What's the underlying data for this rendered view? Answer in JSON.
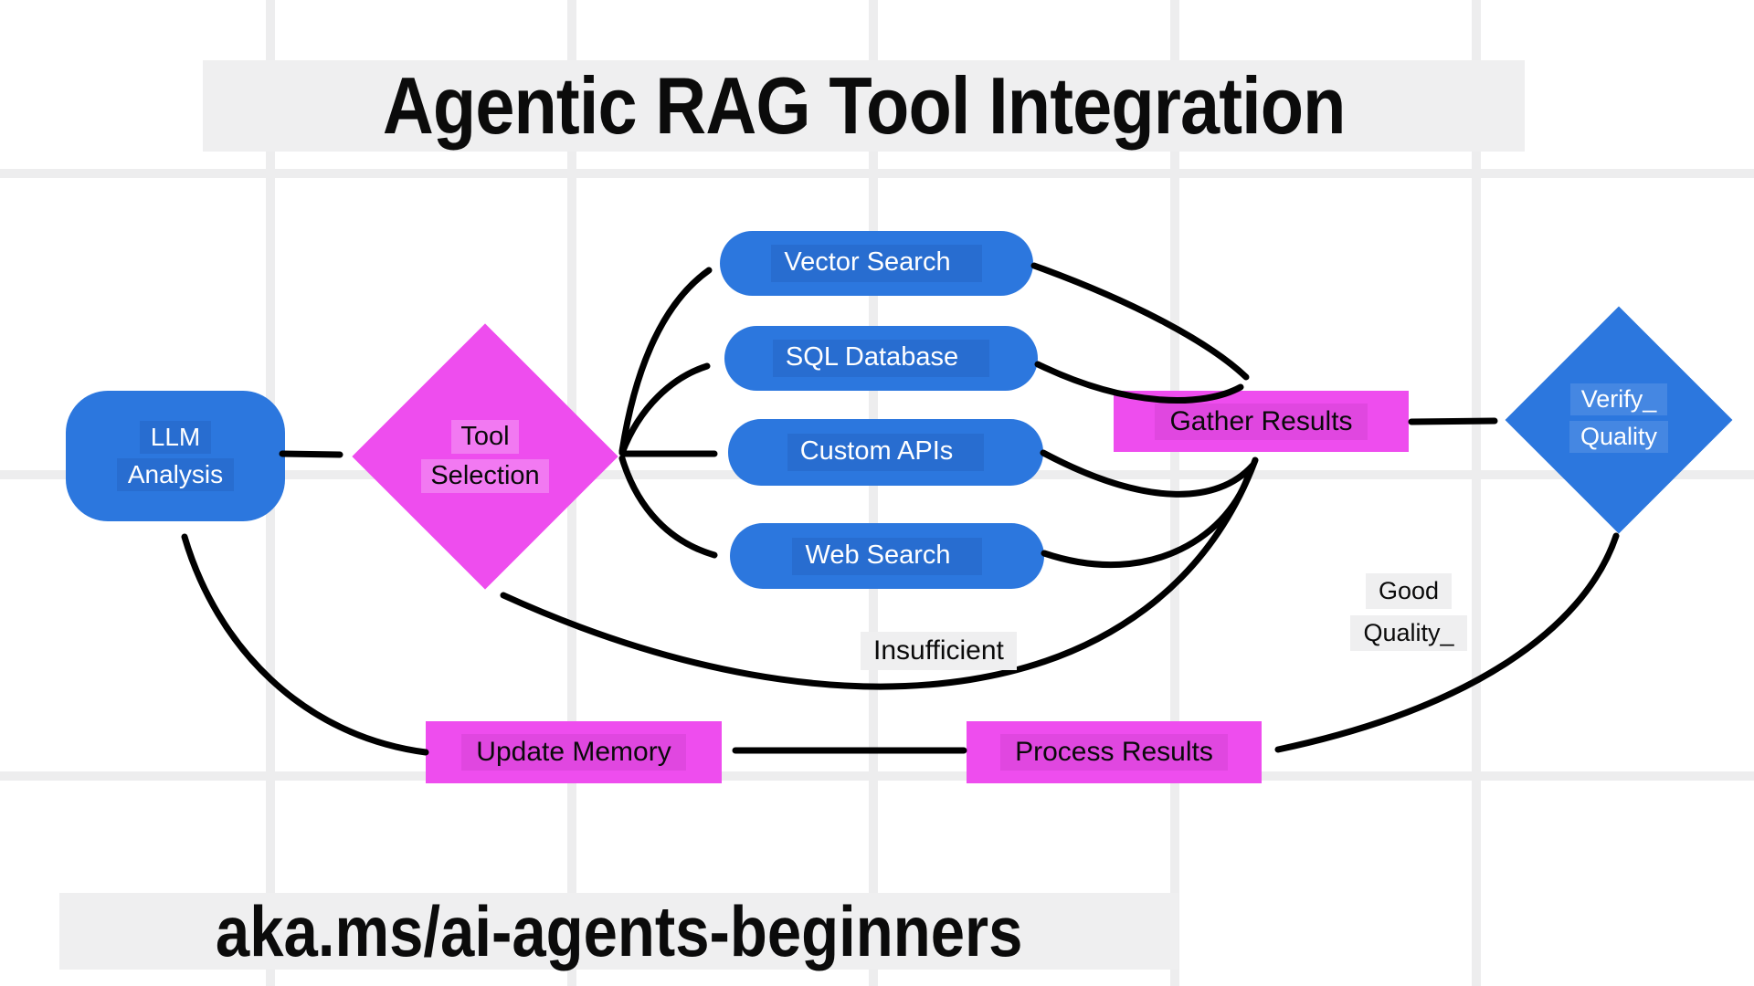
{
  "diagram": {
    "title": "Agentic RAG Tool Integration",
    "footer": "aka.ms/ai-agents-beginners",
    "nodes": {
      "llm": {
        "line1": "LLM",
        "line2": "Analysis"
      },
      "tool": {
        "line1": "Tool",
        "line2": "Selection"
      },
      "vector": {
        "label": "Vector Search"
      },
      "sql": {
        "label": "SQL Database"
      },
      "custom": {
        "label": "Custom APIs"
      },
      "web": {
        "label": "Web Search"
      },
      "gather": {
        "label": "Gather Results"
      },
      "verify": {
        "line1": "Verify_",
        "line2": "Quality"
      },
      "process": {
        "label": "Process Results"
      },
      "update": {
        "label": "Update Memory"
      }
    },
    "edge_labels": {
      "good_line1": "Good",
      "good_line2": "Quality_",
      "insufficient": "Insufficient"
    },
    "colors": {
      "node_blue": "#2c77de",
      "node_magenta": "#ee4dee",
      "band_gray": "#efeff0",
      "arrow_black": "#000000"
    }
  }
}
